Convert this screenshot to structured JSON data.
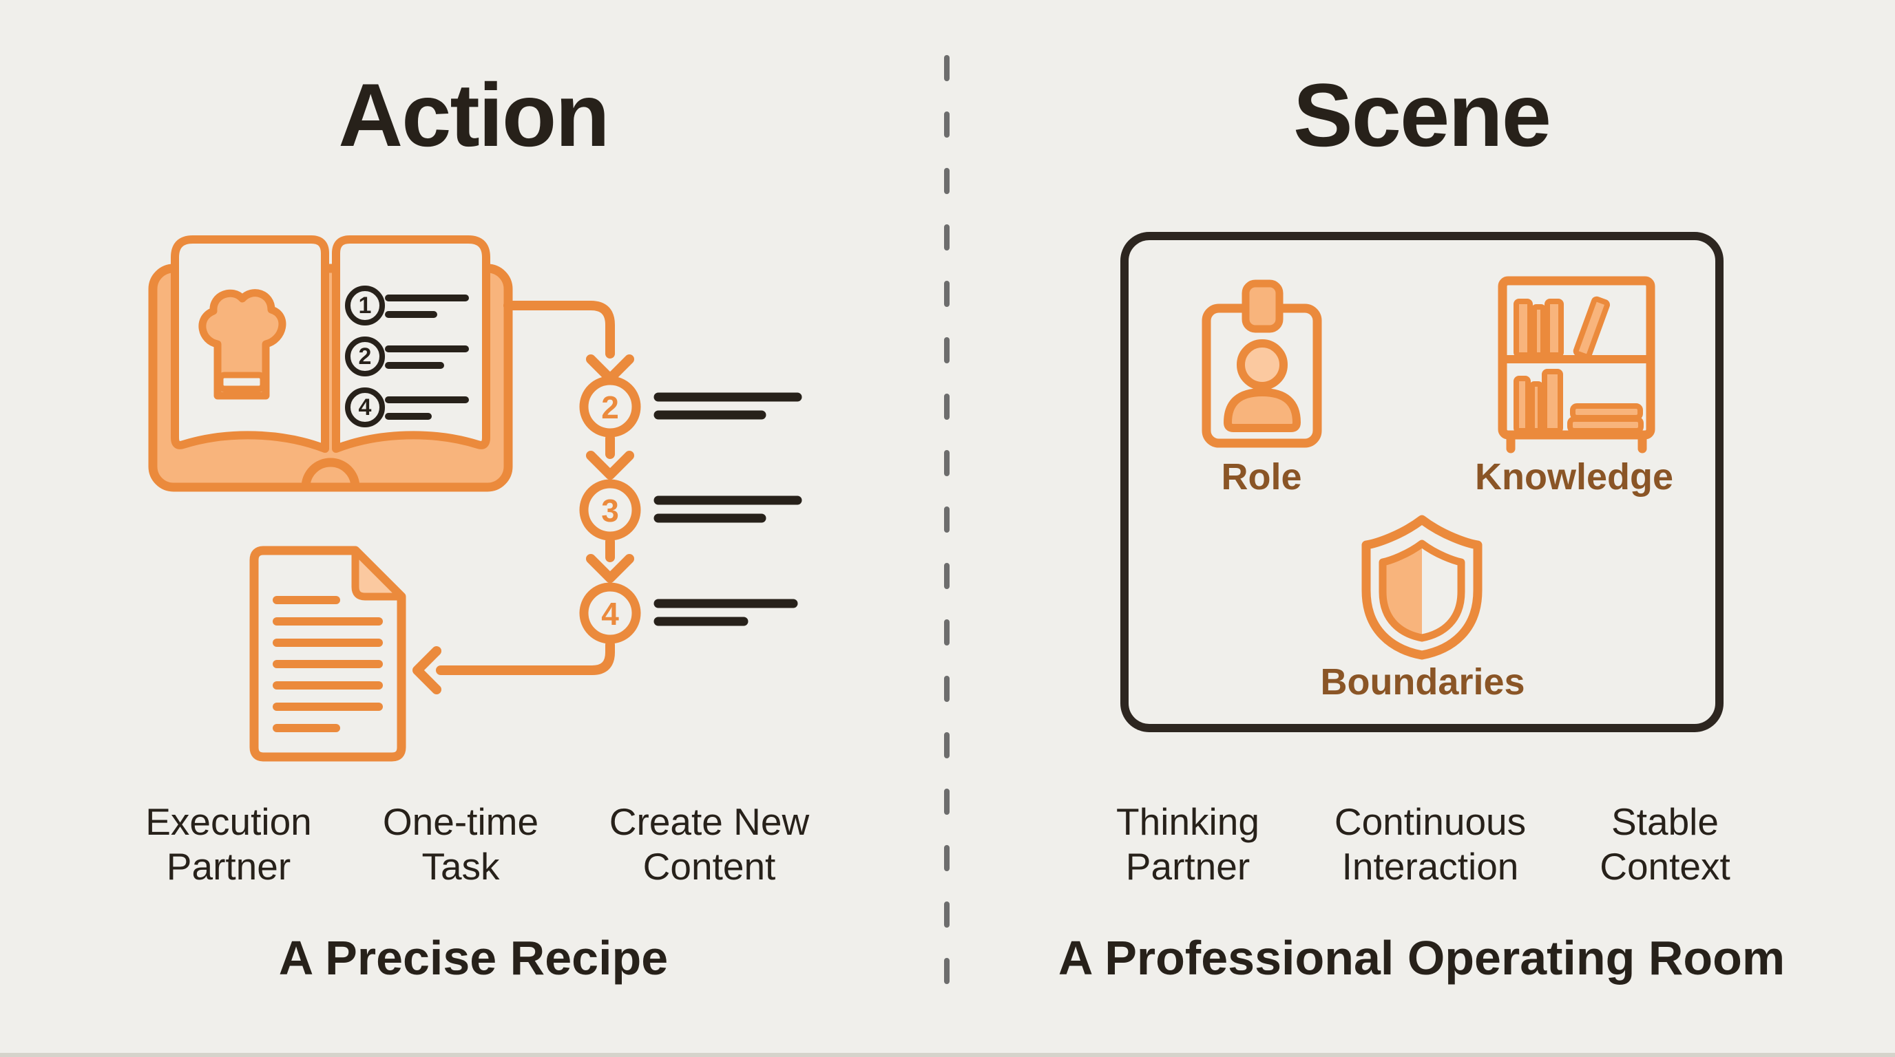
{
  "colors": {
    "background": "#f0efeb",
    "orange": "#eb8a3c",
    "orange_light": "#f8b47c",
    "orange_pale": "#fbc9a0",
    "ink": "#27211a",
    "label_brown": "#8a5526",
    "divider_gray": "#6d6d6d",
    "box_border": "#2d2620"
  },
  "left": {
    "title": "Action",
    "caption": "A Precise Recipe",
    "book_list_numbers": [
      "1",
      "2",
      "4"
    ],
    "flow_step_numbers": [
      "2",
      "3",
      "4"
    ],
    "footer_labels": [
      {
        "line1": "Execution",
        "line2": "Partner"
      },
      {
        "line1": "One-time",
        "line2": "Task"
      },
      {
        "line1": "Create New",
        "line2": "Content"
      }
    ]
  },
  "right": {
    "title": "Scene",
    "caption": "A Professional Operating Room",
    "box_labels": {
      "role": "Role",
      "knowledge": "Knowledge",
      "boundaries": "Boundaries"
    },
    "footer_labels": [
      {
        "line1": "Thinking",
        "line2": "Partner"
      },
      {
        "line1": "Continuous",
        "line2": "Interaction"
      },
      {
        "line1": "Stable",
        "line2": "Context"
      }
    ]
  }
}
